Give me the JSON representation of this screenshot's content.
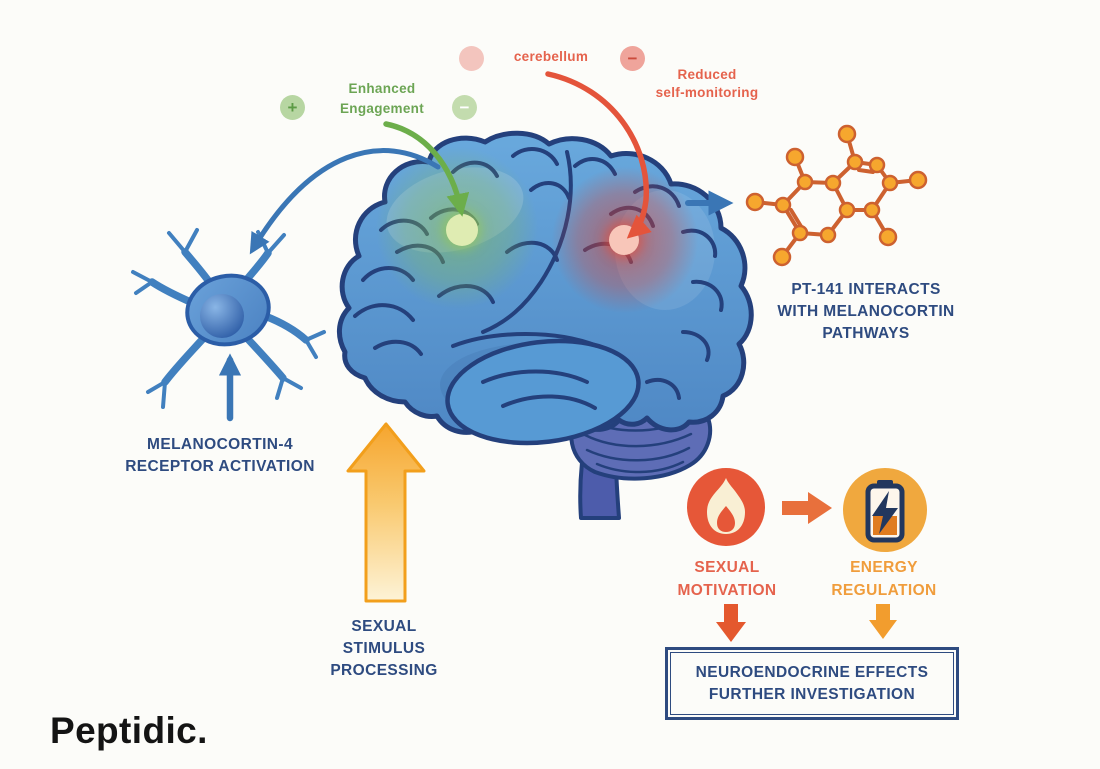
{
  "diagram": {
    "title_context": "PT-141 brain pathway infographic",
    "background": "#fcfcf9"
  },
  "logo": {
    "text": "Peptidic."
  },
  "annotations": {
    "enhanced": {
      "label": "Enhanced\nEngagement",
      "plus": "+",
      "minus": "−"
    },
    "cerebellum": {
      "label": "cerebellum",
      "minus": "−"
    },
    "reduced": {
      "label": "Reduced\nself-monitoring"
    }
  },
  "labels": {
    "receptor": "MELANOCORTIN-4\nRECEPTOR ACTIVATION",
    "pt141": "PT-141 INTERACTS\nWITH MELANOCORTIN\nPATHWAYS",
    "stimulus": "SEXUAL\nSTIMULUS\nPROCESSING",
    "motivation": "SEXUAL\nMOTIVATION",
    "energy": "ENERGY\nREGULATION",
    "conclusion": "NEUROENDOCRINE EFFECTS\nFURTHER INVESTIGATION"
  },
  "colors": {
    "positive_green": "#6ca554",
    "negative_red": "#e5634d",
    "label_navy": "#2e4b80",
    "energy_orange": "#f09d3c",
    "arrow_blue": "#3a76b5",
    "molecule_orange": "#f6a72e",
    "flame_red": "#e65738",
    "battery_amber": "#f0a83e",
    "stimulus_arrow_yellow": "#f6a52e",
    "brain_blue": "#5b9ad2",
    "cerebellum_purple": "#5e6db6"
  },
  "icons": {
    "brain": "brain-icon",
    "neuron": "neuron-icon",
    "molecule": "molecule-icon",
    "flame": "flame-icon",
    "battery": "battery-icon",
    "plus": "plus-icon",
    "minus": "minus-icon"
  }
}
